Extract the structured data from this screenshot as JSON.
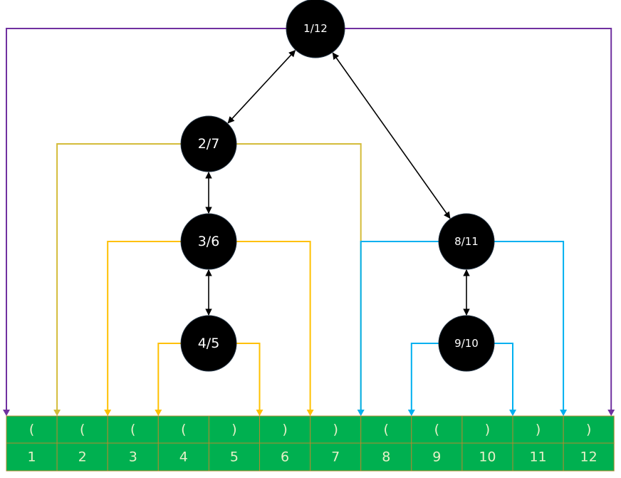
{
  "colors": {
    "purple": "#7030a0",
    "yellow": "#ffc000",
    "olive_yellow": "#d4bc3a",
    "blue": "#00b0f0",
    "node_fill": "#000000",
    "node_text": "#ffffff",
    "cell_fill": "#00b050",
    "cell_border": "#b38a2e",
    "cell_text": "#e6f0c8"
  },
  "nodes": [
    {
      "id": "n1",
      "label": "1/12",
      "open": 1,
      "close": 12,
      "color": "purple"
    },
    {
      "id": "n2",
      "label": "2/7",
      "open": 2,
      "close": 7,
      "color": "olive_yellow"
    },
    {
      "id": "n3",
      "label": "3/6",
      "open": 3,
      "close": 6,
      "color": "yellow"
    },
    {
      "id": "n4",
      "label": "4/5",
      "open": 4,
      "close": 5,
      "color": "yellow"
    },
    {
      "id": "n8",
      "label": "8/11",
      "open": 8,
      "close": 11,
      "color": "blue"
    },
    {
      "id": "n9",
      "label": "9/10",
      "open": 9,
      "close": 10,
      "color": "blue"
    }
  ],
  "edges": [
    {
      "from": "n1",
      "to": "n2"
    },
    {
      "from": "n1",
      "to": "n8"
    },
    {
      "from": "n2",
      "to": "n3"
    },
    {
      "from": "n3",
      "to": "n4"
    },
    {
      "from": "n8",
      "to": "n9"
    }
  ],
  "sequence": {
    "symbols": [
      "(",
      "(",
      "(",
      "(",
      ")",
      ")",
      ")",
      "(",
      "(",
      ")",
      ")",
      ")"
    ],
    "indices": [
      "1",
      "2",
      "3",
      "4",
      "5",
      "6",
      "7",
      "8",
      "9",
      "10",
      "11",
      "12"
    ]
  }
}
